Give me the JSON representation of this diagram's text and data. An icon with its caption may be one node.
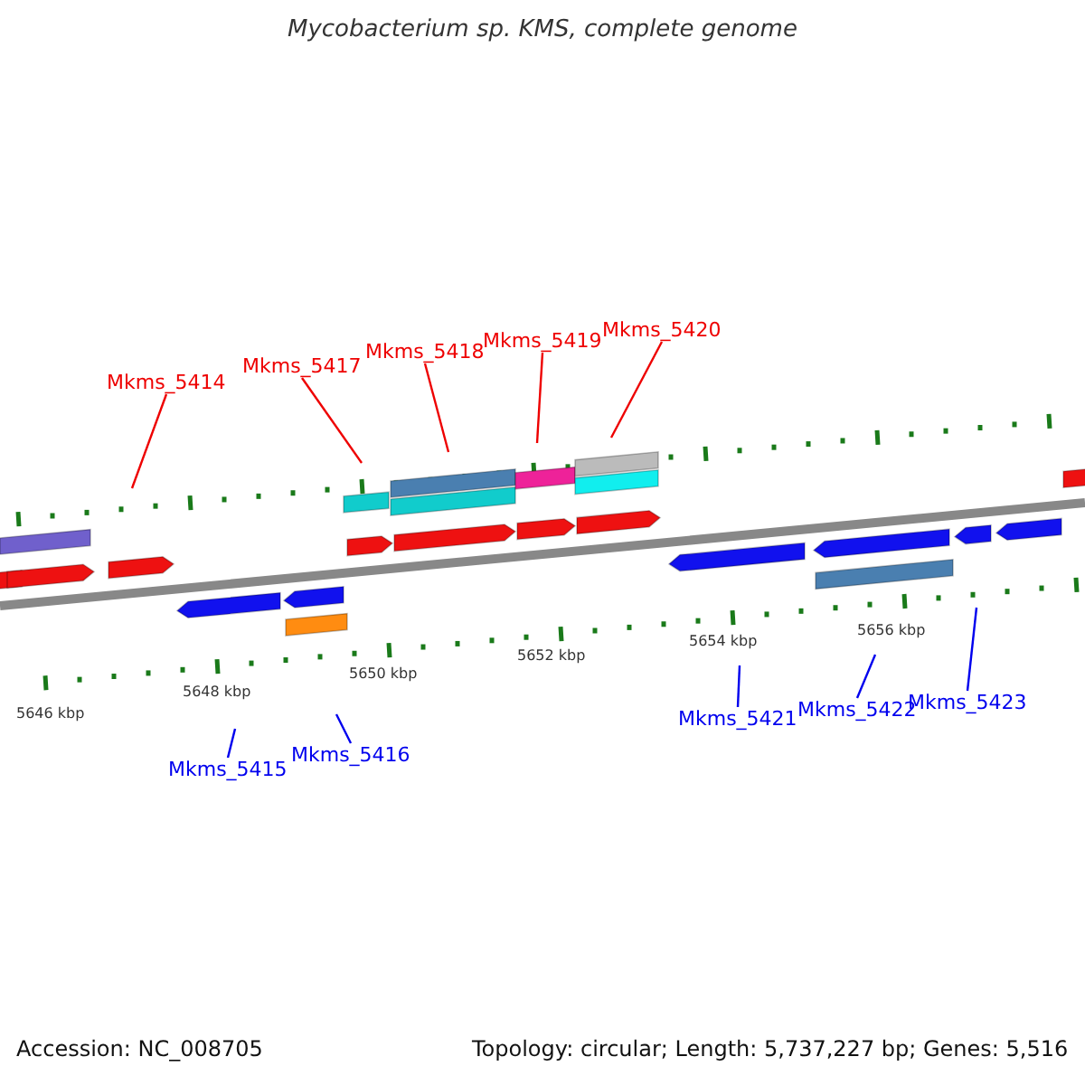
{
  "diagram": {
    "title": "Mycobacterium sp. KMS, complete genome",
    "nodes": [
      {
        "text": [
          "Mkms_5414"
        ]
      },
      {
        "text": [
          "Mkms_5417"
        ]
      },
      {
        "text": [
          "Mkms_5418"
        ]
      },
      {
        "text": [
          "Mkms_5419"
        ]
      },
      {
        "text": [
          "Mkms_5420"
        ]
      },
      {
        "text": [
          "Mkms_5415"
        ]
      },
      {
        "text": [
          "Mkms_5416"
        ]
      },
      {
        "text": [
          "Mkms_5421"
        ]
      },
      {
        "text": [
          "Mkms_5422"
        ]
      },
      {
        "text": [
          "Mkms_5423"
        ]
      }
    ],
    "edges": [
      {
        "from": 0,
        "to": null,
        "arrow": "none",
        "color": "#ee0000"
      },
      {
        "from": 1,
        "to": null,
        "arrow": "none",
        "color": "#ee0000"
      },
      {
        "from": 2,
        "to": null,
        "arrow": "none",
        "color": "#ee0000"
      },
      {
        "from": 3,
        "to": null,
        "arrow": "none",
        "color": "#ee0000"
      },
      {
        "from": 4,
        "to": null,
        "arrow": "none",
        "color": "#ee0000"
      },
      {
        "from": 5,
        "to": null,
        "arrow": "none",
        "color": "#0000ee"
      },
      {
        "from": 6,
        "to": null,
        "arrow": "none",
        "color": "#0000ee"
      },
      {
        "from": 7,
        "to": null,
        "arrow": "none",
        "color": "#0000ee"
      },
      {
        "from": 8,
        "to": null,
        "arrow": "none",
        "color": "#0000ee"
      },
      {
        "from": 9,
        "to": null,
        "arrow": "none",
        "color": "#0000ee"
      }
    ],
    "labels": [
      "5646 kbp",
      "5648 kbp",
      "5650 kbp",
      "5652 kbp",
      "5654 kbp",
      "5656 kbp",
      "Accession: NC_008705",
      "Topology: circular; Length: 5,737,227 bp; Genes: 5,516"
    ]
  }
}
